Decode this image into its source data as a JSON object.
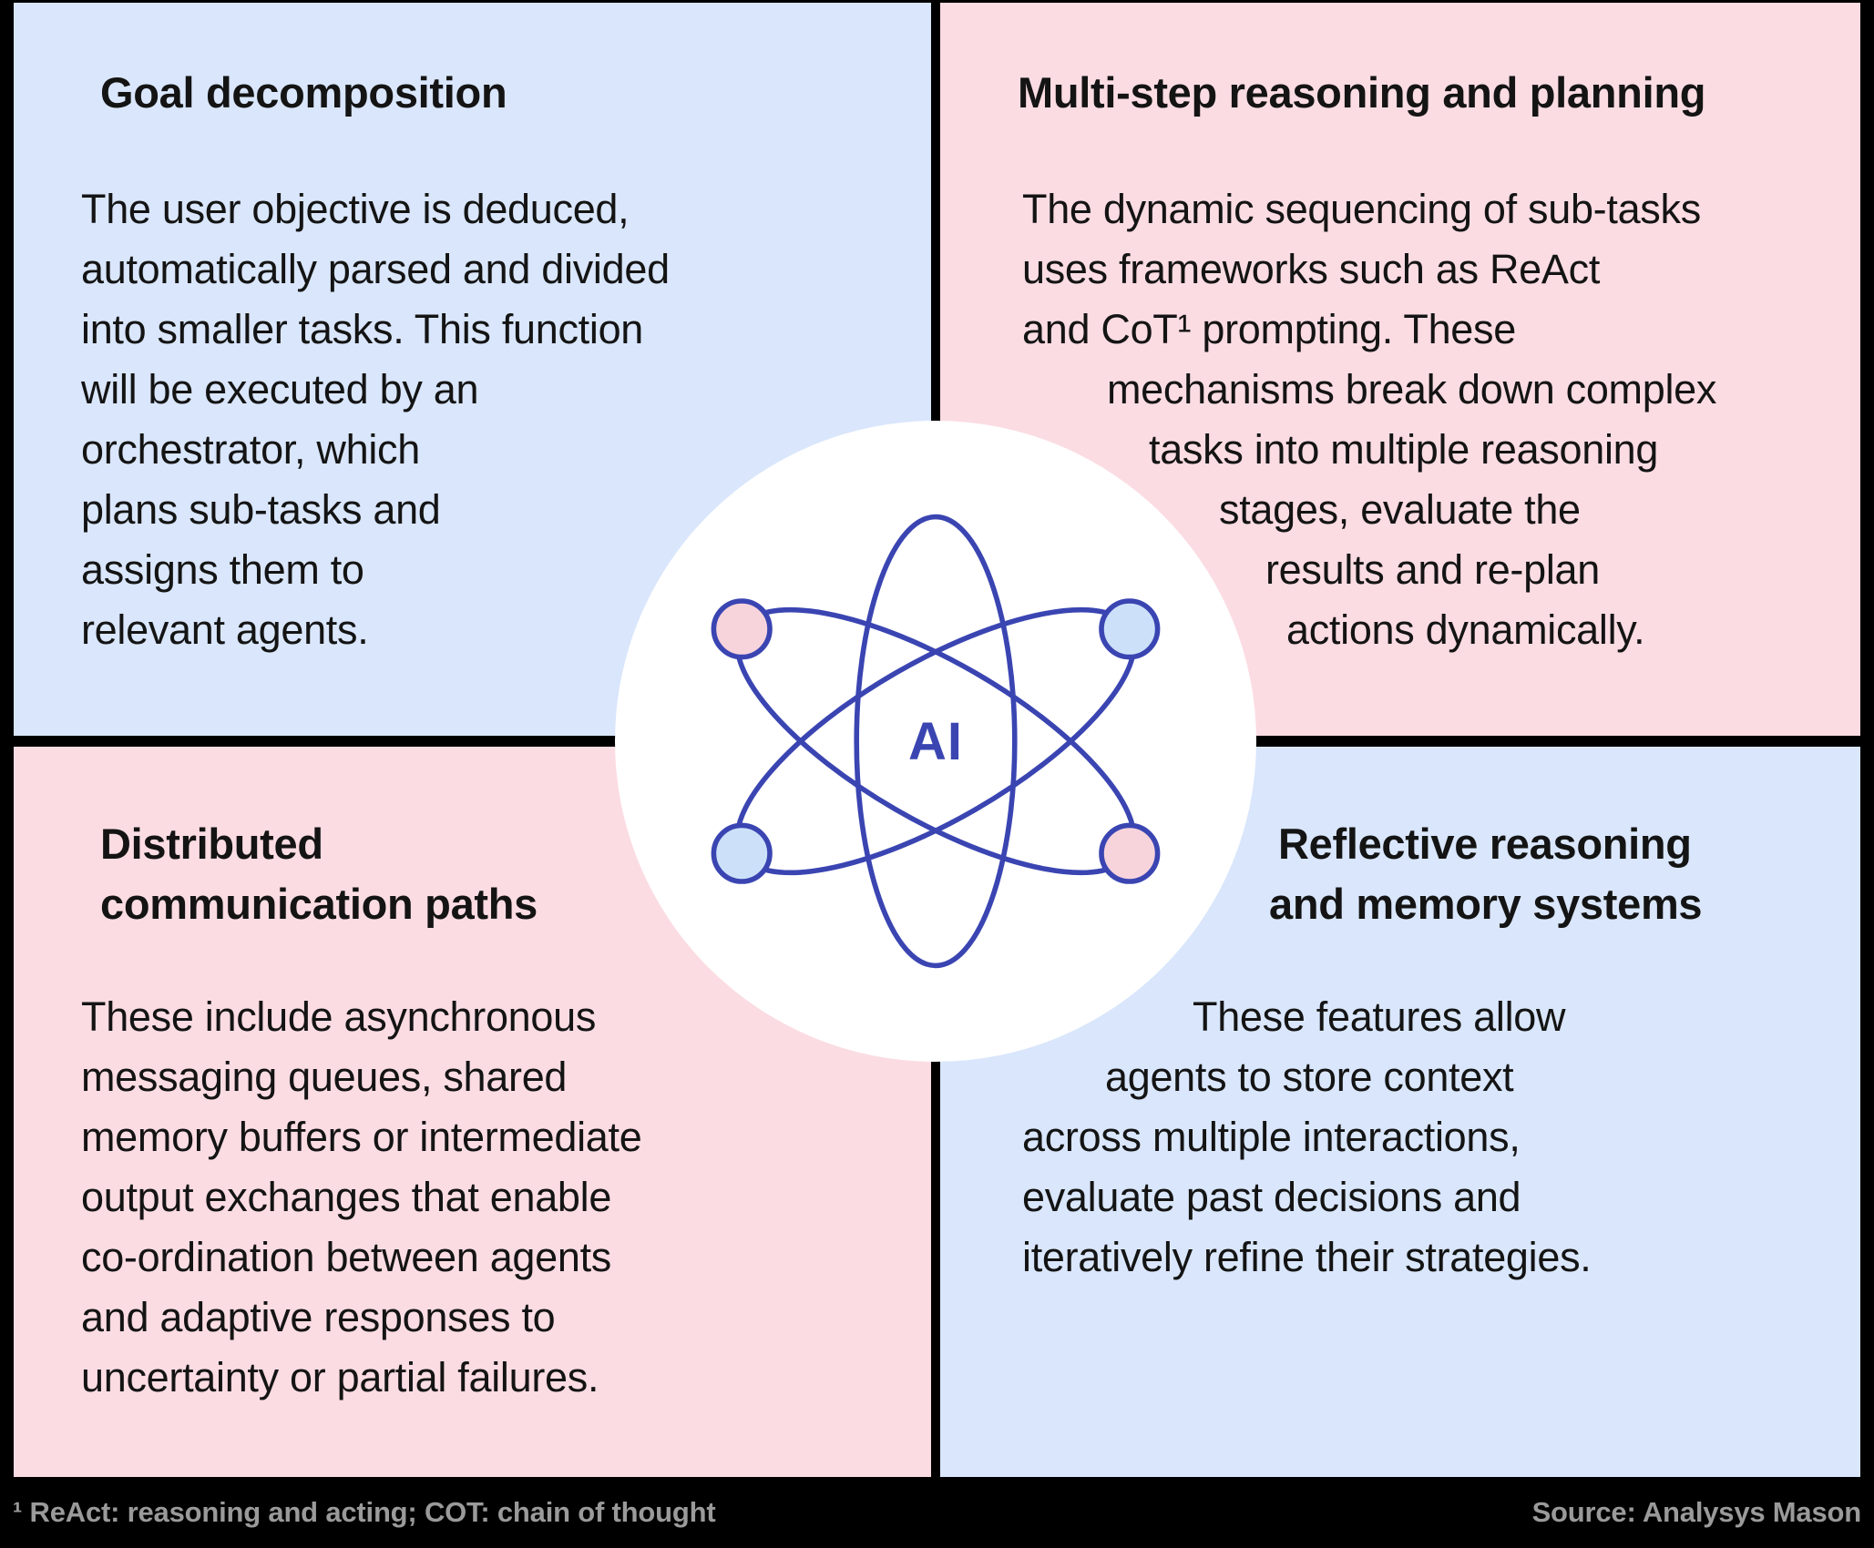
{
  "panels": {
    "top_left": {
      "title": "Goal decomposition",
      "body_lines": [
        "The user objective is deduced,",
        "automatically parsed and divided",
        "into smaller tasks. This function",
        "will be executed by an",
        "orchestrator, which",
        "plans sub-tasks and",
        "assigns them to",
        "relevant agents."
      ],
      "bg": "#d9e6fb"
    },
    "top_right": {
      "title": "Multi-step reasoning and planning",
      "body_lines": [
        "The dynamic sequencing of sub-tasks",
        "uses frameworks such as ReAct",
        "and CoT¹ prompting. These",
        "mechanisms break down complex",
        "tasks into multiple reasoning",
        "stages, evaluate the",
        "results and re-plan",
        "actions dynamically."
      ],
      "bg": "#fbdce3"
    },
    "bottom_left": {
      "title_lines": [
        "Distributed",
        "communication paths"
      ],
      "body_lines": [
        "These include asynchronous",
        "messaging queues, shared",
        "memory buffers or intermediate",
        "output exchanges that enable",
        "co-ordination between agents",
        "and adaptive responses to",
        "uncertainty or partial failures."
      ],
      "bg": "#fbdce3"
    },
    "bottom_right": {
      "title_lines": [
        "Reflective reasoning",
        "and memory systems"
      ],
      "body_lines": [
        "These features allow",
        "agents to store context",
        "across multiple interactions,",
        "evaluate past decisions and",
        "iteratively refine their strategies."
      ],
      "bg": "#d9e6fb"
    }
  },
  "center": {
    "label": "AI",
    "icon": "atom-icon",
    "badge_bg": "#ffffff",
    "atom_stroke": "#3a45b2",
    "electron_pink": "#f7d3dc",
    "electron_blue": "#cce1f9"
  },
  "footer": {
    "footnote": "¹ ReAct: reasoning and acting; COT: chain of thought",
    "source": "Source: Analysys Mason",
    "text_color": "#9a9a9a",
    "bg": "#000000"
  }
}
